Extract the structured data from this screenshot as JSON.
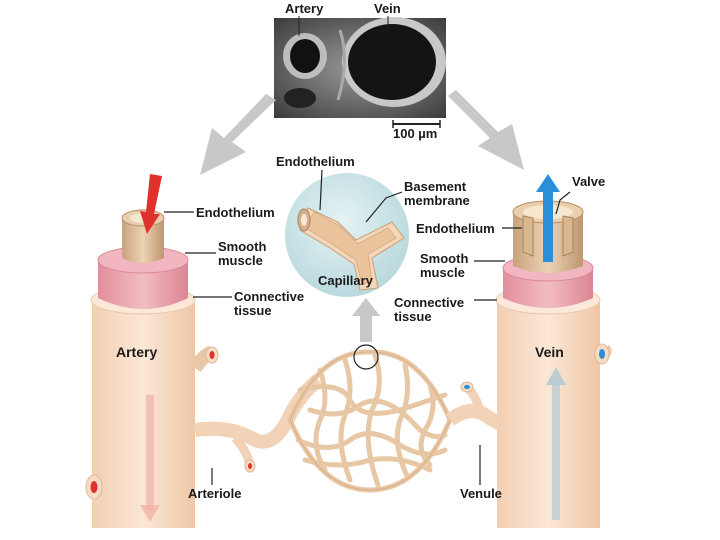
{
  "micrograph": {
    "artery_label": "Artery",
    "vein_label": "Vein",
    "scale_bar_label": "100 µm"
  },
  "artery_section": {
    "endothelium": "Endothelium",
    "smooth_muscle": "Smooth muscle",
    "connective_tissue": "Connective tissue",
    "vessel_label": "Artery",
    "arteriole_label": "Arteriole"
  },
  "capillary_inset": {
    "endothelium": "Endothelium",
    "basement_membrane": "Basement membrane",
    "capillary_label": "Capillary"
  },
  "vein_section": {
    "valve": "Valve",
    "endothelium": "Endothelium",
    "smooth_muscle": "Smooth muscle",
    "connective_tissue": "Connective tissue",
    "vessel_label": "Vein",
    "venule_label": "Venule"
  },
  "colors": {
    "arterial_blood": "#e0312c",
    "venous_blood": "#2a8fd8",
    "vessel_wall": "#f7dcc4",
    "smooth_muscle": "#e9a3ad",
    "capillary_inset_bg": "#cfe6ea"
  }
}
